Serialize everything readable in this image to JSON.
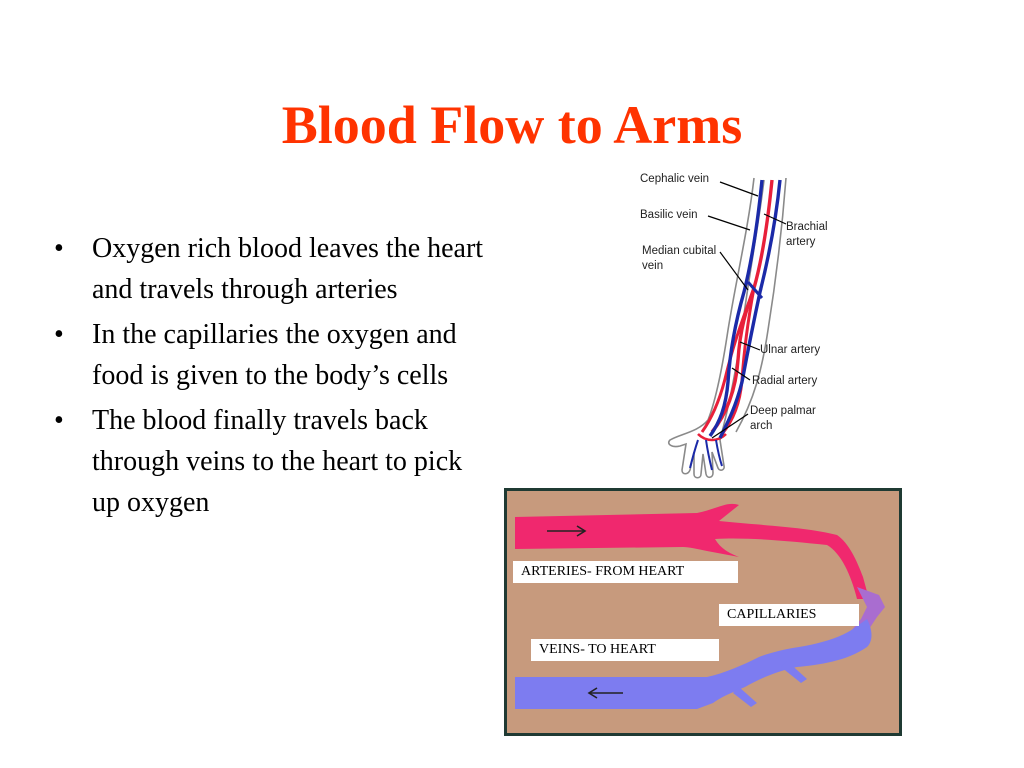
{
  "slide": {
    "title": "Blood Flow to Arms",
    "bullets": [
      "Oxygen rich blood leaves the heart and travels through arteries",
      "In the capillaries the oxygen and food is given to the body’s cells",
      "The blood finally travels back through veins to the heart to pick up oxygen"
    ]
  },
  "arm_diagram": {
    "labels": {
      "cephalic_vein": "Cephalic vein",
      "basilic_vein": "Basilic vein",
      "brachial_artery": "Brachial\nartery",
      "median_cubital_vein": "Median cubital\nvein",
      "ulnar_artery": "Ulnar artery",
      "radial_artery": "Radial artery",
      "deep_palmar_arch": "Deep palmar\narch"
    }
  },
  "flow_diagram": {
    "labels": {
      "arteries": "ARTERIES- FROM HEART",
      "capillaries": "CAPILLARIES",
      "veins": "VEINS- TO HEART"
    }
  },
  "colors": {
    "title": "#ff3300",
    "artery": "#ee1155",
    "vein": "#7777ee",
    "background_panel": "#c79a7d"
  }
}
